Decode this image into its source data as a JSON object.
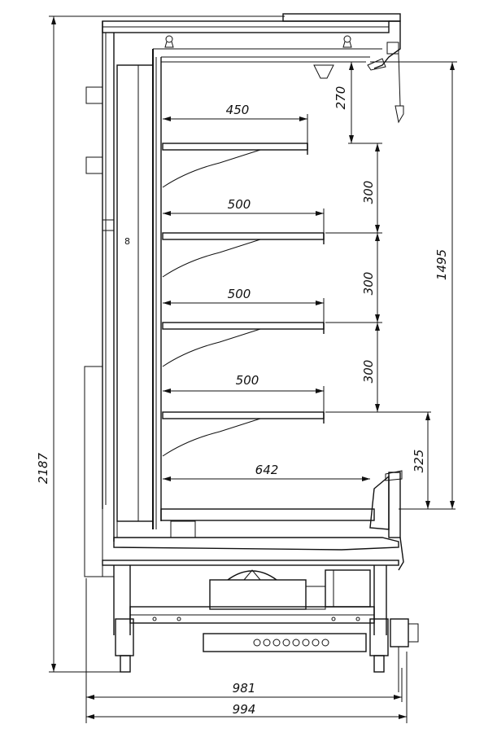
{
  "dimensions": {
    "overall_height": "2187",
    "shelf_area_height": "1495",
    "top_gap": "270",
    "shelf_spacing_1": "300",
    "shelf_spacing_2": "300",
    "shelf_spacing_3": "300",
    "bottom_gap": "325",
    "shelf_depth_top": "450",
    "shelf_depth_2": "500",
    "shelf_depth_3": "500",
    "shelf_depth_4": "500",
    "base_depth": "642",
    "width_inner": "981",
    "width_overall": "994"
  }
}
